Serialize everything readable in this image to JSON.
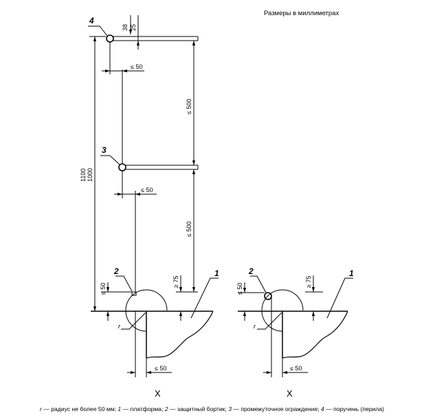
{
  "title": "Размеры в миллиметрах",
  "labels": {
    "m38": "38",
    "m25": "25",
    "m1100": "1100",
    "m1000": "1000",
    "le50_a": "≤ 50",
    "le50_b": "≤ 50",
    "le500_a": "≤ 500",
    "le500_b": "≤ 500",
    "ge75_left": "≥ 75",
    "le50_left_h": "≤ 50",
    "le50_left_bottom": "≤ 50",
    "ge75_right": "≥ 75",
    "le50_right_h": "≤ 50",
    "le50_right_bottom": "≤ 50",
    "r_left": "r",
    "r_right": "r",
    "x_left": "X",
    "x_right": "X"
  },
  "callouts": {
    "n4": "4",
    "n3": "3",
    "n2_left": "2",
    "n1_left": "1",
    "n2_right": "2",
    "n1_right": "1"
  },
  "caption": {
    "r": "r",
    "r_text": " — радиус не более 50 мм; ",
    "n1": "1",
    "n1_text": " — платформа; ",
    "n2": "2",
    "n2_text": " — защитный бортик; ",
    "n3": "3",
    "n3_text": " — промежуточное ограждение; ",
    "n4": "4",
    "n4_text": " — поручень (перила)"
  }
}
